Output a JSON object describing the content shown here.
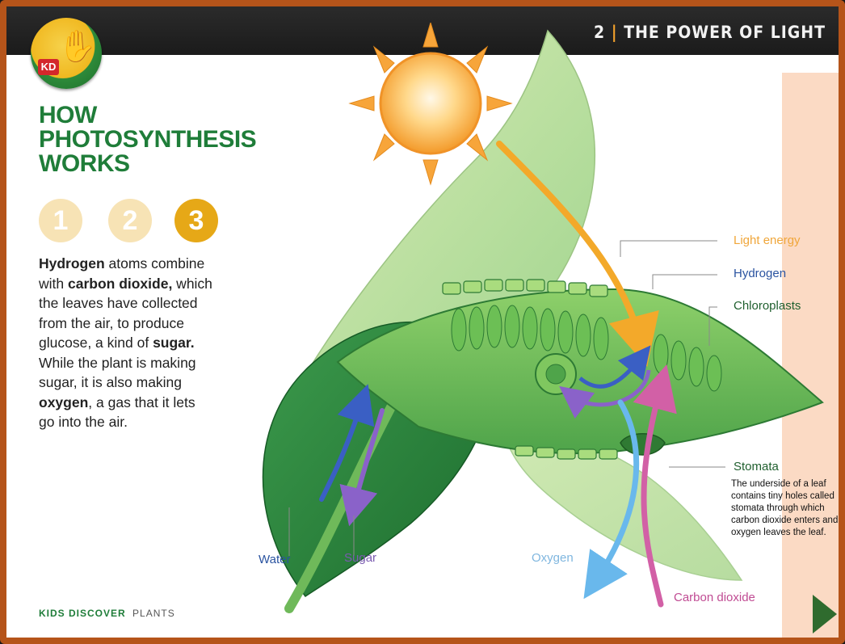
{
  "header": {
    "chapter_number": "2",
    "chapter_title": "THE POWER OF LIGHT"
  },
  "logo": {
    "badge": "KD"
  },
  "page_title": "HOW PHOTOSYNTHESIS WORKS",
  "steps": [
    {
      "label": "1",
      "state": "inactive"
    },
    {
      "label": "2",
      "state": "inactive"
    },
    {
      "label": "3",
      "state": "active"
    }
  ],
  "description": {
    "p1_bold": "Hydrogen",
    "p2": " atoms combine with ",
    "p3_bold": "carbon dioxide,",
    "p4": " which the leaves have collected from the air, to produce glucose, a kind of ",
    "p5_bold": "sugar.",
    "p6": " While the plant is making sugar, it is also making ",
    "p7_bold": "oxygen",
    "p8": ", a gas that it lets go into the air."
  },
  "diagram_labels": {
    "light_energy": "Light energy",
    "hydrogen": "Hydrogen",
    "chloroplasts": "Chloroplasts",
    "stomata": "Stomata",
    "stomata_desc": "The underside of a leaf contains tiny holes called stomata through which carbon dioxide enters and oxygen leaves the leaf.",
    "water": "Water",
    "sugar": "Sugar",
    "oxygen": "Oxygen",
    "carbon_dioxide": "Carbon dioxide"
  },
  "footer": {
    "brand": "KIDS DISCOVER",
    "topic": "PLANTS"
  },
  "colors": {
    "title_green": "#1f7d39",
    "accent_orange": "#e6a817",
    "border_orange": "#b5541a",
    "sidebar_peach": "#fbdac4",
    "next_arrow": "#2f6b2e"
  }
}
